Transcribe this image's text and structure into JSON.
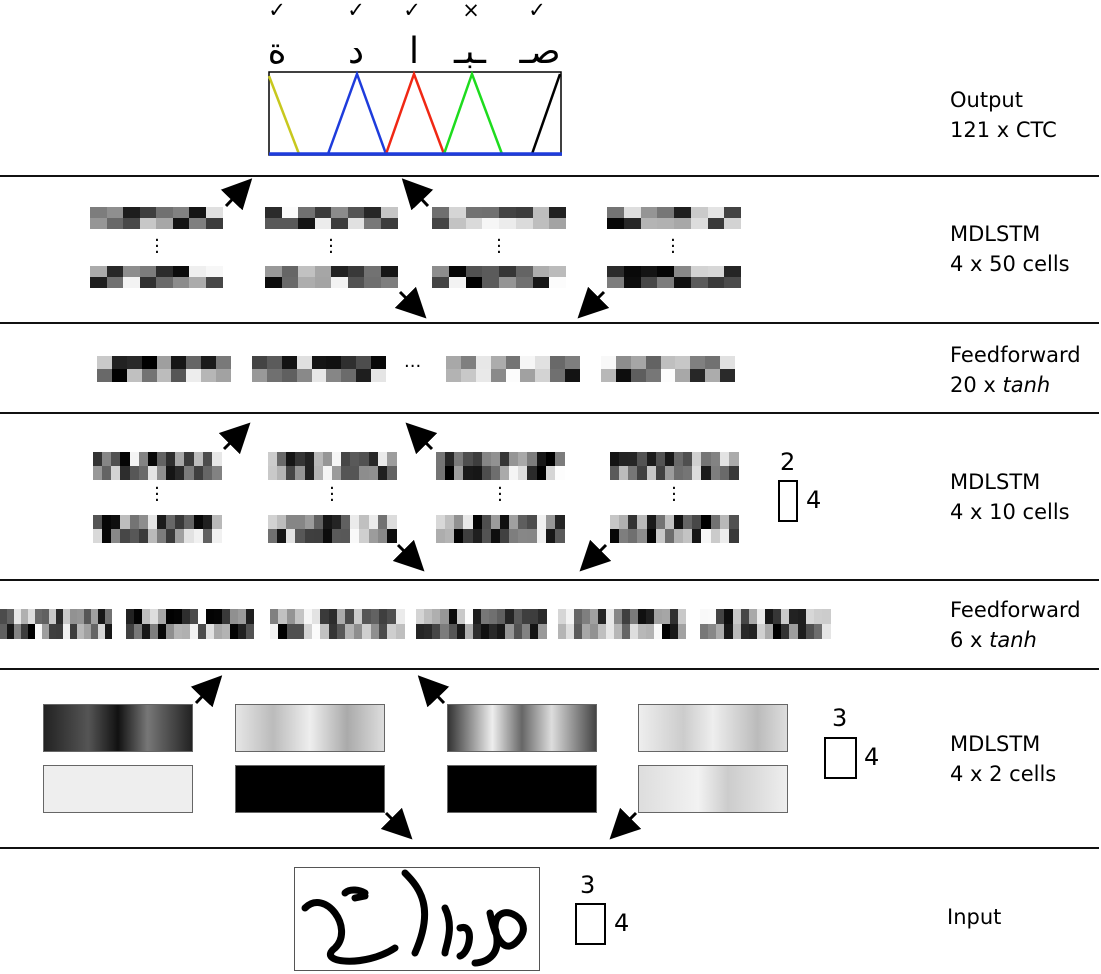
{
  "layers": [
    {
      "id": "output",
      "title": "Output",
      "detail_prefix": "121 x ",
      "detail_emph": "CTC",
      "emph_italic": false
    },
    {
      "id": "mdlstm3",
      "title": "MDLSTM",
      "detail_prefix": "4 x 50 cells",
      "detail_emph": "",
      "emph_italic": false
    },
    {
      "id": "ff2",
      "title": "Feedforward",
      "detail_prefix": "20 x ",
      "detail_emph": "tanh",
      "emph_italic": true
    },
    {
      "id": "mdlstm2",
      "title": "MDLSTM",
      "detail_prefix": "4 x 10 cells",
      "detail_emph": "",
      "emph_italic": false
    },
    {
      "id": "ff1",
      "title": "Feedforward",
      "detail_prefix": "6 x ",
      "detail_emph": "tanh",
      "emph_italic": true
    },
    {
      "id": "mdlstm1",
      "title": "MDLSTM",
      "detail_prefix": "4 x 2 cells",
      "detail_emph": "",
      "emph_italic": false
    },
    {
      "id": "input",
      "title": "Input",
      "detail_prefix": "",
      "detail_emph": "",
      "emph_italic": false
    }
  ],
  "output": {
    "marks": [
      "✓",
      "✓",
      "✓",
      "×",
      "✓"
    ],
    "glyphs": [
      "ة",
      "د",
      "ا",
      "ـبـ",
      "صـ"
    ],
    "peak_colors": [
      "#c8c81e",
      "#1e3cdc",
      "#f02814",
      "#1edc1e",
      "#000000"
    ],
    "baseline_color": "#1e3cdc"
  },
  "scale_markers": {
    "mdlstm2": {
      "top": "2",
      "side": "4"
    },
    "mdlstm1": {
      "top": "3",
      "side": "4"
    },
    "input": {
      "top": "3",
      "side": "4"
    }
  },
  "ellipsis": "···",
  "icons": {
    "arrow": "arrow-icon",
    "vertical_dots": "vertical-ellipsis-icon"
  }
}
